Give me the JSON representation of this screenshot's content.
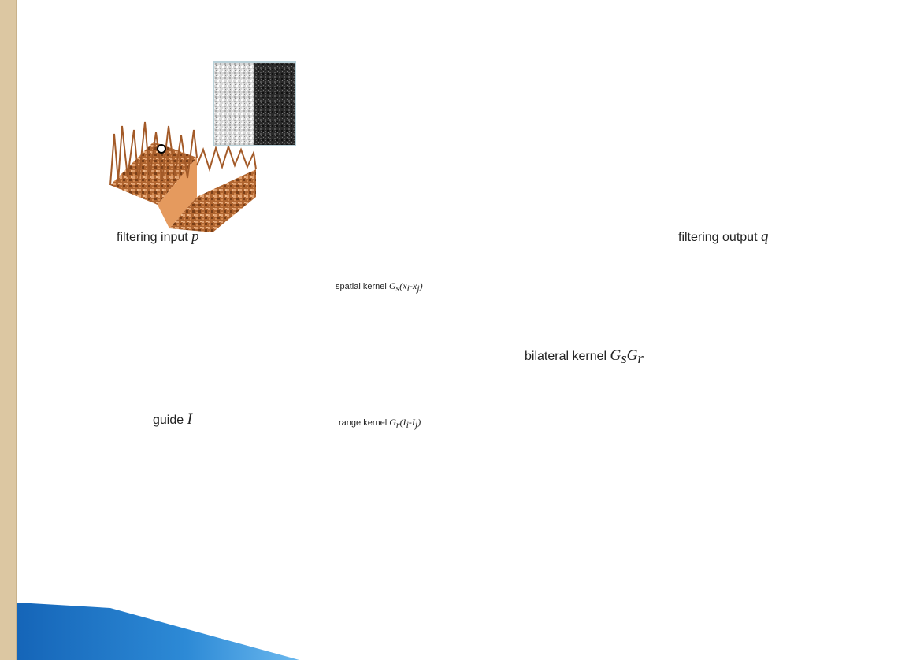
{
  "slide": {
    "colors": {
      "left_border": "#dcc7a2",
      "corner_wedge": "#1e7ec8",
      "arrow": "#5f5f5f",
      "terrain": "#c0703a",
      "terrain_side": "#e59a5e",
      "guide_top": "#1e72c8",
      "guide_side": "#1ec0a0",
      "kernel": "#7080a8"
    }
  },
  "labels": {
    "filtering_input_text": "filtering input ",
    "filtering_input_var": "p",
    "filtering_output_text": "filtering output ",
    "filtering_output_var": "q",
    "guide_text": "guide ",
    "guide_var": "I",
    "bilateral_text": "bilateral kernel ",
    "bilateral_var_1": "G",
    "bilateral_sub_1": "s",
    "bilateral_var_2": "G",
    "bilateral_sub_2": "r",
    "spatial_text": "spatial kernel ",
    "spatial_var": "G",
    "spatial_sub": "s",
    "spatial_arg": "(x",
    "spatial_arg_sub_i": "i",
    "spatial_arg_mid": "-x",
    "spatial_arg_sub_j": "j",
    "spatial_arg_end": ")",
    "range_text": "range kernel ",
    "range_var": "G",
    "range_sub": "r",
    "range_arg": "(I",
    "range_arg_sub_i": "i",
    "range_arg_mid": "-I",
    "range_arg_sub_j": "j",
    "range_arg_end": ")"
  }
}
